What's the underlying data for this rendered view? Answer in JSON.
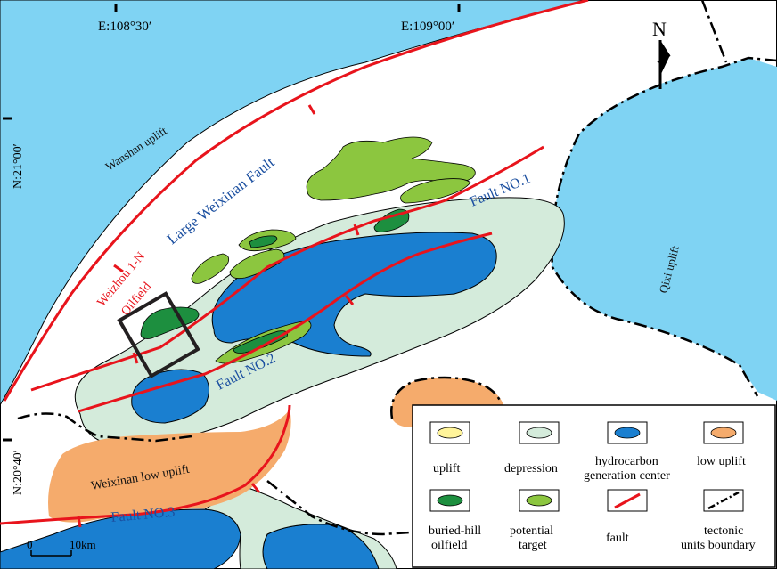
{
  "coords": {
    "e1": "E:108°30′",
    "e2": "E:109°00′",
    "n1": "N:21°00′",
    "n2": "N:20°40′"
  },
  "north": "N",
  "labels": {
    "wanshan": "Wanshan uplift",
    "qixi": "Qixi uplift",
    "weixinan_low": "Weixinan  low uplift",
    "large_fault": "Large Weixinan Fault",
    "fault1": "Fault NO.1",
    "fault2": "Fault NO.2",
    "fault3": "Fault NO.3",
    "oilfield_1": "Weizhou 1-N",
    "oilfield_2": "Oilfield"
  },
  "scale": {
    "zero": "0",
    "dist": "10km"
  },
  "legend": {
    "uplift": "uplift",
    "depression": "depression",
    "hydro_1": "hydrocarbon",
    "hydro_2": "generation center",
    "low_uplift": "low uplift",
    "buried_1": "buried-hill",
    "buried_2": "oilfield",
    "potential_1": "potential",
    "potential_2": "target",
    "fault": "fault",
    "tectonic_1": "tectonic",
    "tectonic_2": "units boundary"
  },
  "colors": {
    "sea": "#7fd3f3",
    "depression": "#d4ebdb",
    "hydro": "#1a7fd0",
    "low_uplift": "#f5ab6c",
    "uplift": "#fff49a",
    "buried": "#1d8f3f",
    "potential": "#8cc63f",
    "fault": "#e8141c",
    "text_blue": "#1b4fa0"
  }
}
